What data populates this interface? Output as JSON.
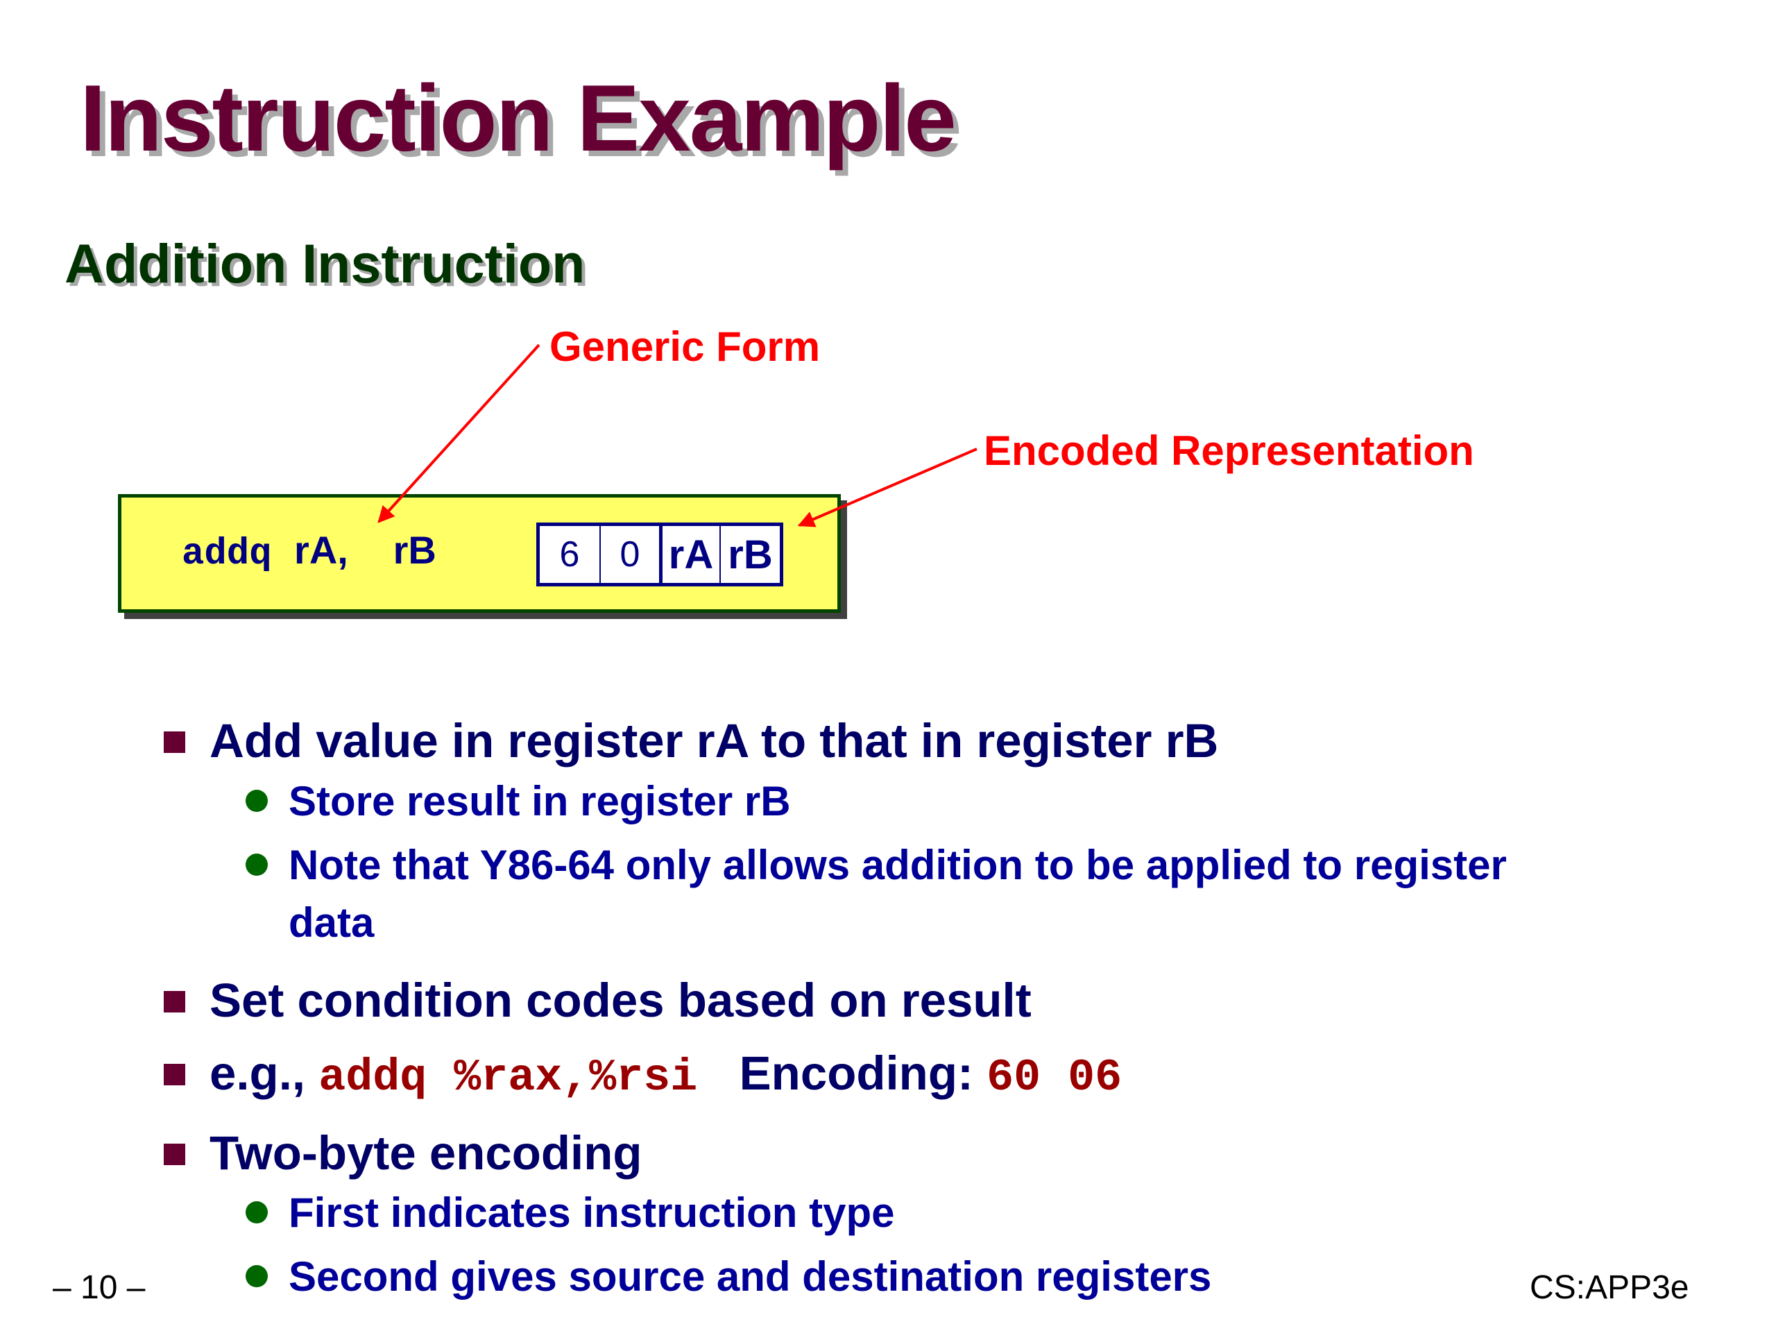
{
  "slide": {
    "title": "Instruction Example",
    "heading": "Addition Instruction"
  },
  "diagram": {
    "generic_label": "Generic Form",
    "encoded_label": "Encoded Representation",
    "instruction_mnemonic": "addq",
    "instruction_operand_a": "rA,",
    "instruction_operand_b": "rB",
    "encoding_cells": [
      "6",
      "0",
      "rA",
      "rB"
    ],
    "colors": {
      "box_fill": "#ffff66",
      "callout": "#ff0000",
      "register_text": "#000080"
    }
  },
  "bullets": {
    "b1": "Add value in register rA to that in register rB",
    "b1_sub1": "Store result in register rB",
    "b1_sub2_line1": "Note that Y86-64 only allows addition to be applied to register",
    "b1_sub2_line2": "data",
    "b2": "Set condition codes based on result",
    "b3_prefix": "e.g.,",
    "b3_code": "addq %rax,%rsi",
    "b3_encoding_label": "Encoding:",
    "b3_encoding_value": "60 06",
    "b4": "Two-byte encoding",
    "b4_sub1": "First indicates instruction type",
    "b4_sub2": "Second gives source and destination registers"
  },
  "footer": {
    "page_number": "– 10 –",
    "course": "CS:APP3e"
  }
}
